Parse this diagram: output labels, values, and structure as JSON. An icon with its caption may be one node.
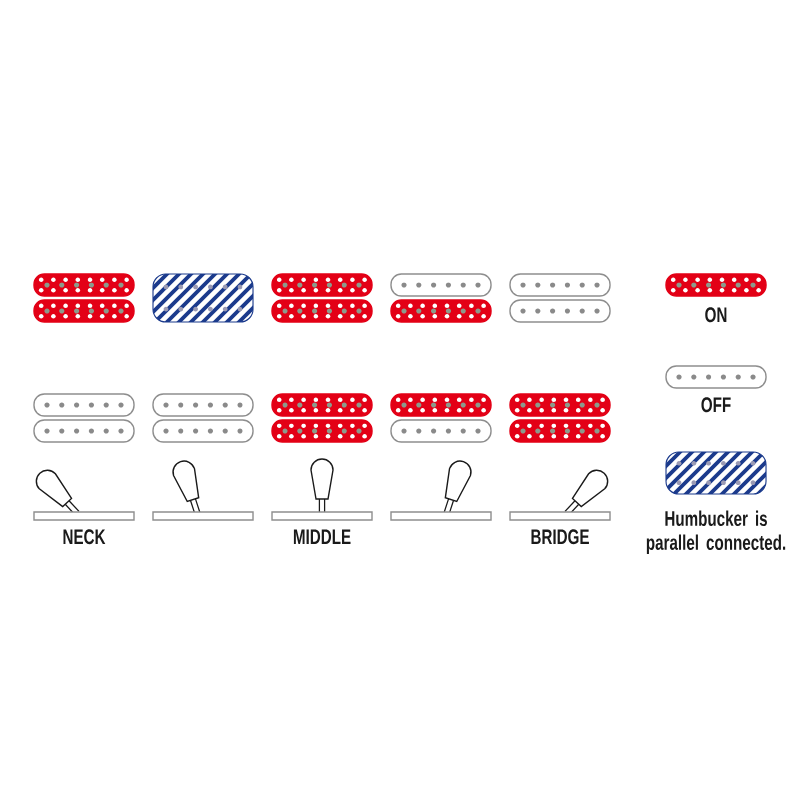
{
  "diagram": {
    "labels": [
      "NECK",
      "MIDDLE",
      "BRIDGE"
    ],
    "legend": [
      {
        "text": "ON",
        "color": "#e30016"
      },
      {
        "text": "OFF"
      },
      {
        "text": "Humbucker is parallel connected."
      }
    ]
  }
}
